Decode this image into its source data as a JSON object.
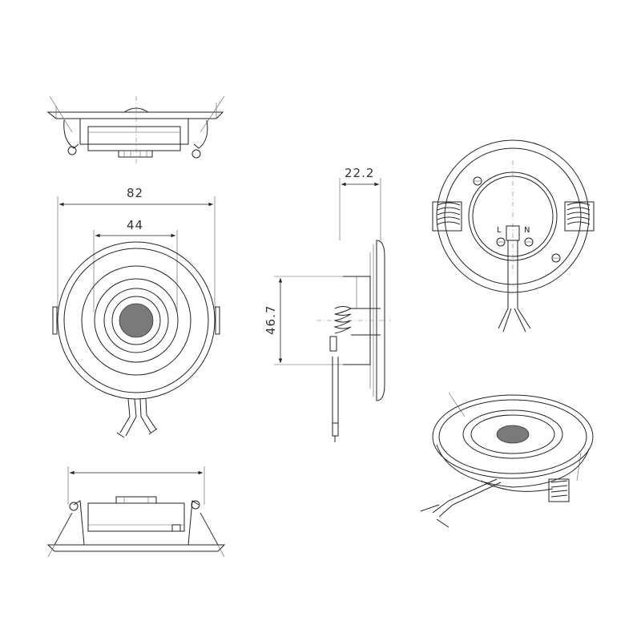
{
  "dimensions": {
    "overall_width": "82",
    "inner_width": "44",
    "depth": "22.2",
    "body_height": "46.7"
  },
  "terminal_labels": {
    "live": "L",
    "neutral": "N"
  },
  "colors": {
    "line": "#222222",
    "mesh": "#7a7a7a",
    "background": "#ffffff"
  }
}
